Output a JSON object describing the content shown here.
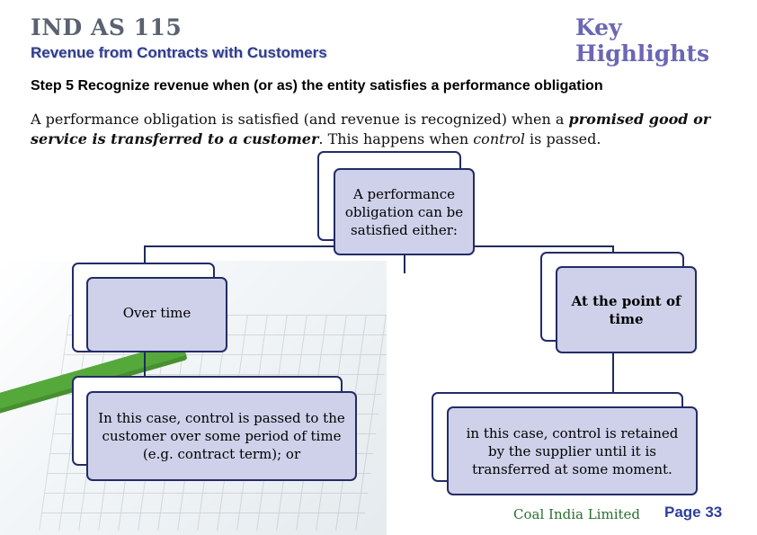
{
  "header": {
    "title": "IND AS 115",
    "highlight": "Key Highlights",
    "subtitle": "Revenue from Contracts with Customers"
  },
  "step": "Step 5 Recognize revenue when (or as) the entity satisfies a performance obligation",
  "intro": {
    "part1": "A performance obligation is satisfied (and revenue is recognized) when a ",
    "emph1": "promised good or service is transferred to a customer",
    "part2": ". This happens when ",
    "emph2": "control",
    "part3": " is passed."
  },
  "diagram": {
    "root": "A performance obligation can be satisfied either:",
    "left_head": "Over time",
    "left_detail": "In this case, control is passed to the customer over some period of time (e.g. contract term); or",
    "right_head": "At the point of time",
    "right_detail": "in this case, control is retained by the supplier until it is transferred at some moment."
  },
  "footer": {
    "company": "Coal India Limited",
    "page": "Page 33"
  },
  "colors": {
    "box_fill": "#cfd1ea",
    "box_border": "#232c66",
    "title_gray": "#5a6270",
    "highlight_purple": "#6b67b5",
    "subtitle_blue": "#2f3c8c",
    "company_green": "#2b6e2f",
    "page_blue": "#2d3f9c"
  }
}
